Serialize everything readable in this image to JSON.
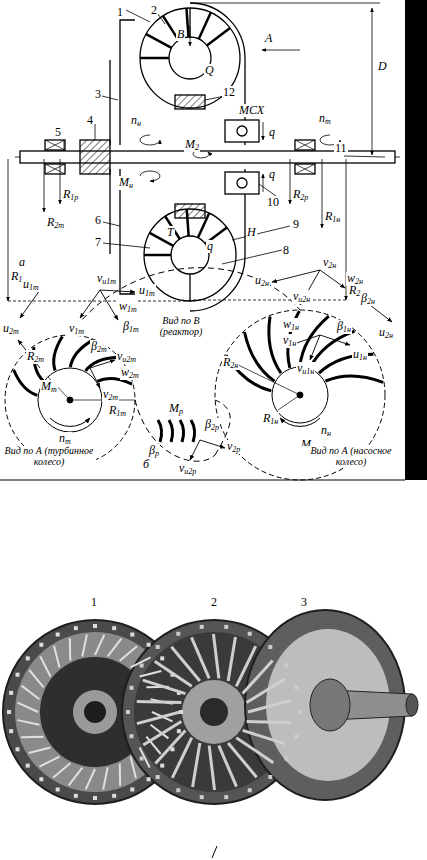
{
  "diagram": {
    "labels": [
      "1",
      "2",
      "В",
      "Q",
      "3",
      "12",
      "А",
      "D",
      "МСХ",
      "4",
      "nн",
      "q",
      "nт",
      "5",
      "11",
      "M2",
      "Mн",
      "q",
      "10",
      "R2т",
      "R1р",
      "R2р",
      "R1н",
      "R2н",
      "R1т",
      "6",
      "9",
      "7",
      "Т",
      "q",
      "Н",
      "8",
      "а",
      "u1т",
      "vu1т",
      "w1т",
      "u1т",
      "v1т",
      "β1т",
      "u2т",
      "β2т",
      "R2т",
      "Mт",
      "vu2т",
      "v2т",
      "w2т",
      "R1т",
      "nт",
      "Вид по А (турбинное колесо)",
      "Вид по В (реактор)",
      "Mр",
      "β2р",
      "βр",
      "v2р",
      "vu2р",
      "б",
      "v2н",
      "w2н",
      "u2н",
      "vu2н",
      "β2н",
      "u2н",
      "w1н",
      "β1н",
      "v1н",
      "vu1н",
      "u1н",
      "R2н",
      "R1н",
      "nн",
      "Mн",
      "Вид по А (насосное колесо)",
      "1",
      "2",
      "3"
    ]
  }
}
